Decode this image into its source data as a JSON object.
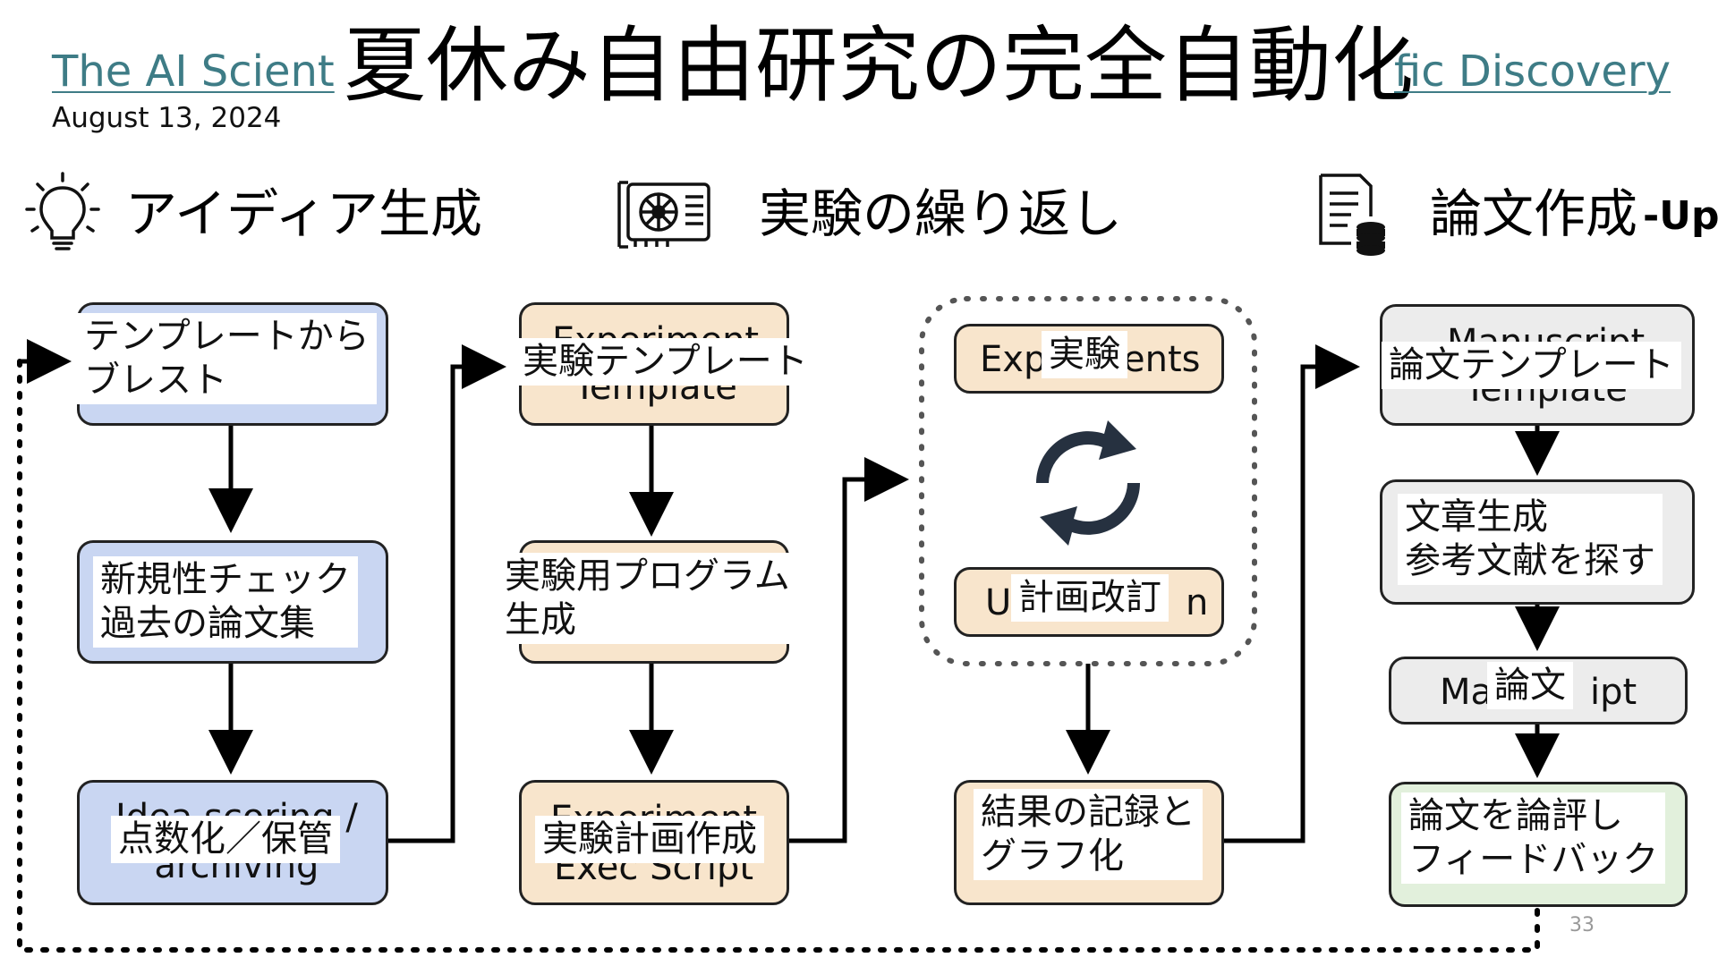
{
  "header": {
    "link_left": "The AI Scient",
    "title": "夏休み自由研究の完全自動化",
    "link_right": "fic Discovery",
    "date": "August 13, 2024"
  },
  "sections": {
    "idea": {
      "label": "アイディア生成",
      "icon": "lightbulb-icon"
    },
    "experiment": {
      "label": "実験の繰り返し",
      "icon": "gpu-card-icon"
    },
    "paper": {
      "label": "論文作成",
      "suffix": "-Up",
      "icon": "document-database-icon"
    }
  },
  "column1": {
    "box1": "テンプレートから\nブレスト",
    "box2": "新規性チェック\n過去の論文集",
    "box3": "点数化／保管",
    "box3_under": "Idea scoring /\narchiving"
  },
  "column2": {
    "box1": "実験テンプレート",
    "box1_under": "Experiment\nTemplate",
    "box2": "実験用プログラム\n生成",
    "box3": "実験計画作成",
    "box3_under": "Experiment\nExec Script"
  },
  "column3": {
    "box1": "実験",
    "box1_under_left": "Exp",
    "box1_under_right": "ents",
    "box2": "計画改訂",
    "box2_under_left": "U",
    "box2_under_right": "n",
    "box3": "結果の記録と\nグラフ化"
  },
  "column4": {
    "box1": "論文テンプレート",
    "box1_under": "Manuscript\nTemplate",
    "box2": "文章生成\n参考文献を探す",
    "box3": "論文",
    "box3_under_left": "Ma",
    "box3_under_right": "ipt",
    "box4": "論文を論評し\nフィードバック"
  },
  "page_number": "33"
}
